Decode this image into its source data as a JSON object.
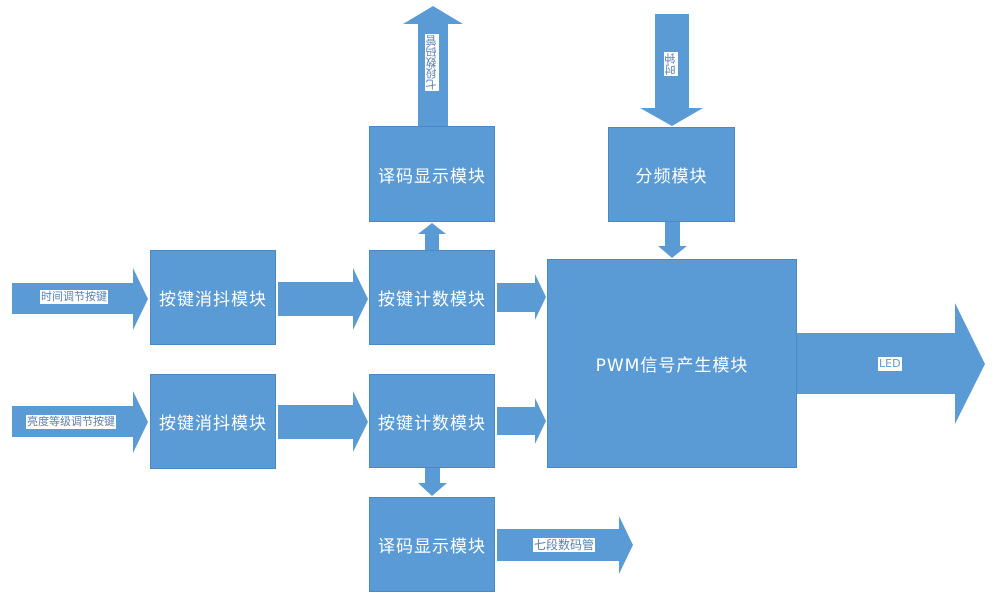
{
  "colors": {
    "block": "#5b9bd5",
    "label_text": "#5b7fb0"
  },
  "blocks": {
    "debounce_time": "按键消抖模块",
    "debounce_brightness": "按键消抖模块",
    "counter_time": "按键计数模块",
    "counter_brightness": "按键计数模块",
    "decode_top": "译码显示模块",
    "decode_bottom": "译码显示模块",
    "divider": "分频模块",
    "pwm": "PWM信号产生模块"
  },
  "arrow_labels": {
    "time_key": "时间调节按键",
    "brightness_key": "亮度等级调节按键",
    "seg_top": "七段数码管",
    "clock": "时钟",
    "seg_bottom": "七段数码管",
    "led": "LED"
  }
}
